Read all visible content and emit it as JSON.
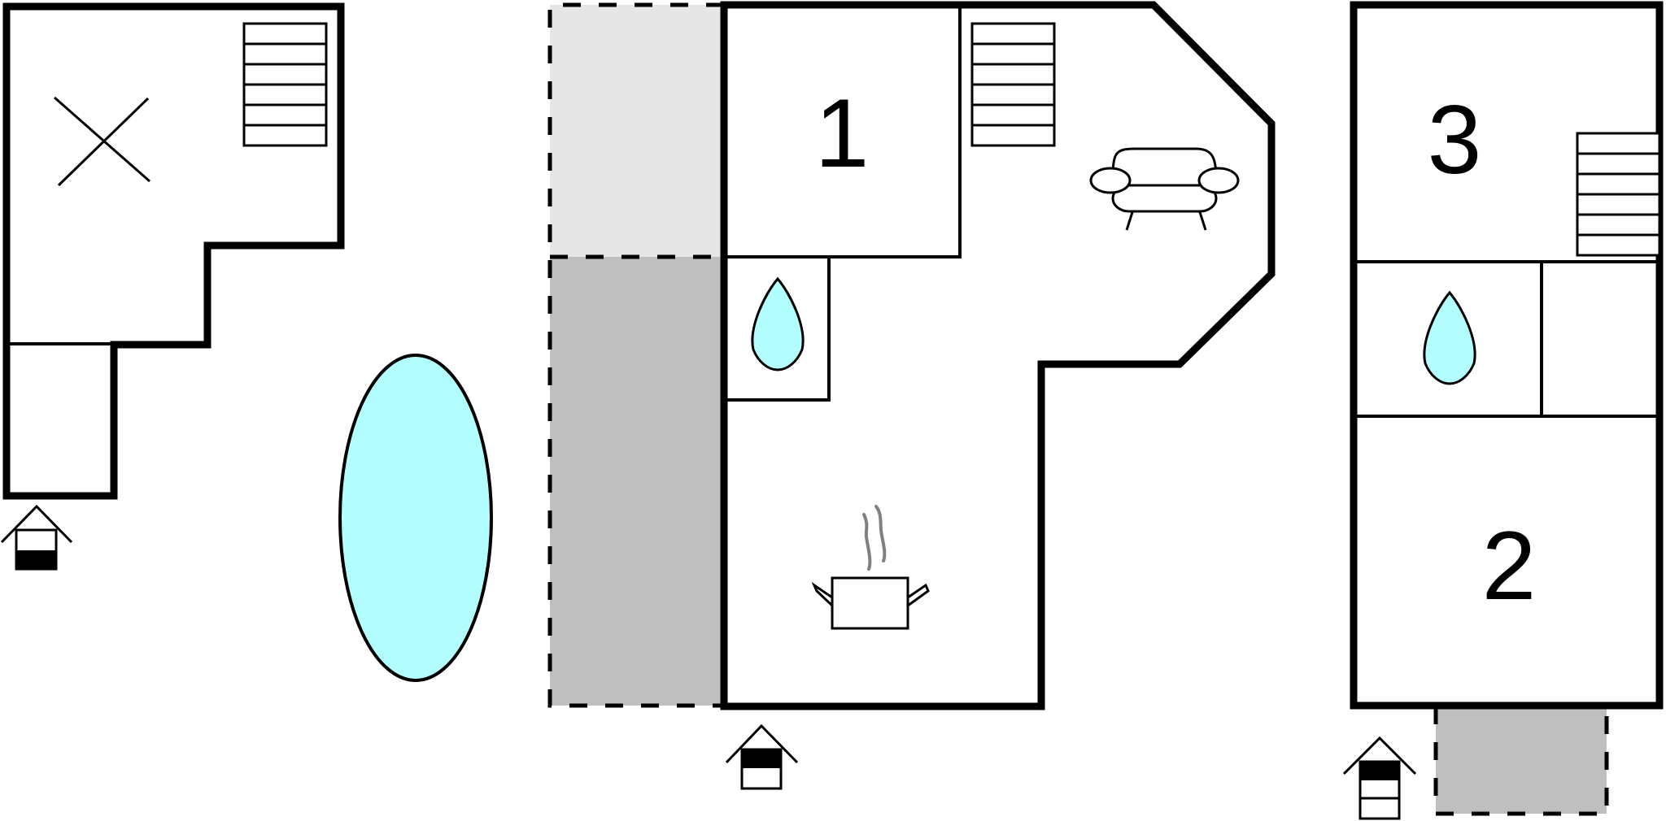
{
  "colors": {
    "wall": "#000000",
    "water": "#b3ffff",
    "terrace_light": "#e6e6e6",
    "terrace_dark": "#bfbfbf",
    "steam": "#808080",
    "background": "#ffffff"
  },
  "rooms": {
    "room_1_label": "1",
    "room_2_label": "2",
    "room_3_label": "3"
  },
  "icons": [
    "stairs-icon",
    "window-cross-icon",
    "pool-icon",
    "bathroom-drop-icon",
    "sofa-icon",
    "kitchen-pot-icon",
    "entrance-icon"
  ]
}
